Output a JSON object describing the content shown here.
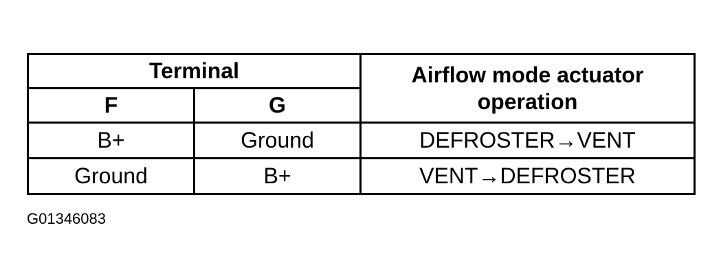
{
  "table": {
    "group_header": "Terminal",
    "operation_header": "Airflow mode actuator operation",
    "sub_headers": [
      "F",
      "G"
    ],
    "rows": [
      {
        "f": "B+",
        "g": "Ground",
        "operation": "DEFROSTER→VENT"
      },
      {
        "f": "Ground",
        "g": "B+",
        "operation": "VENT→DEFROSTER"
      }
    ]
  },
  "figure_id": "G01346083"
}
